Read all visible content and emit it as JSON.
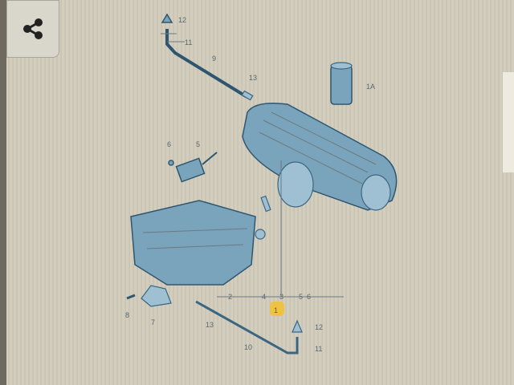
{
  "toolbar": {
    "share_icon": "share-icon"
  },
  "diagram": {
    "highlight_color": "#f2c12e",
    "part_color": "#7aa4bc",
    "labels": {
      "top_cap": "12",
      "top_elbow": "11",
      "top_hose": "9",
      "top_fitting": "13",
      "filter": "1A",
      "bolt_a": "6",
      "sensor": "5",
      "row_2": "2",
      "row_4": "4",
      "row_3": "3",
      "row_5": "5",
      "row_6": "6",
      "highlighted": "1",
      "bolt_b": "8",
      "bracket": "7",
      "bottom_fitting": "13",
      "bottom_hose": "10",
      "bottom_cap": "12",
      "bottom_elbow": "11"
    }
  }
}
